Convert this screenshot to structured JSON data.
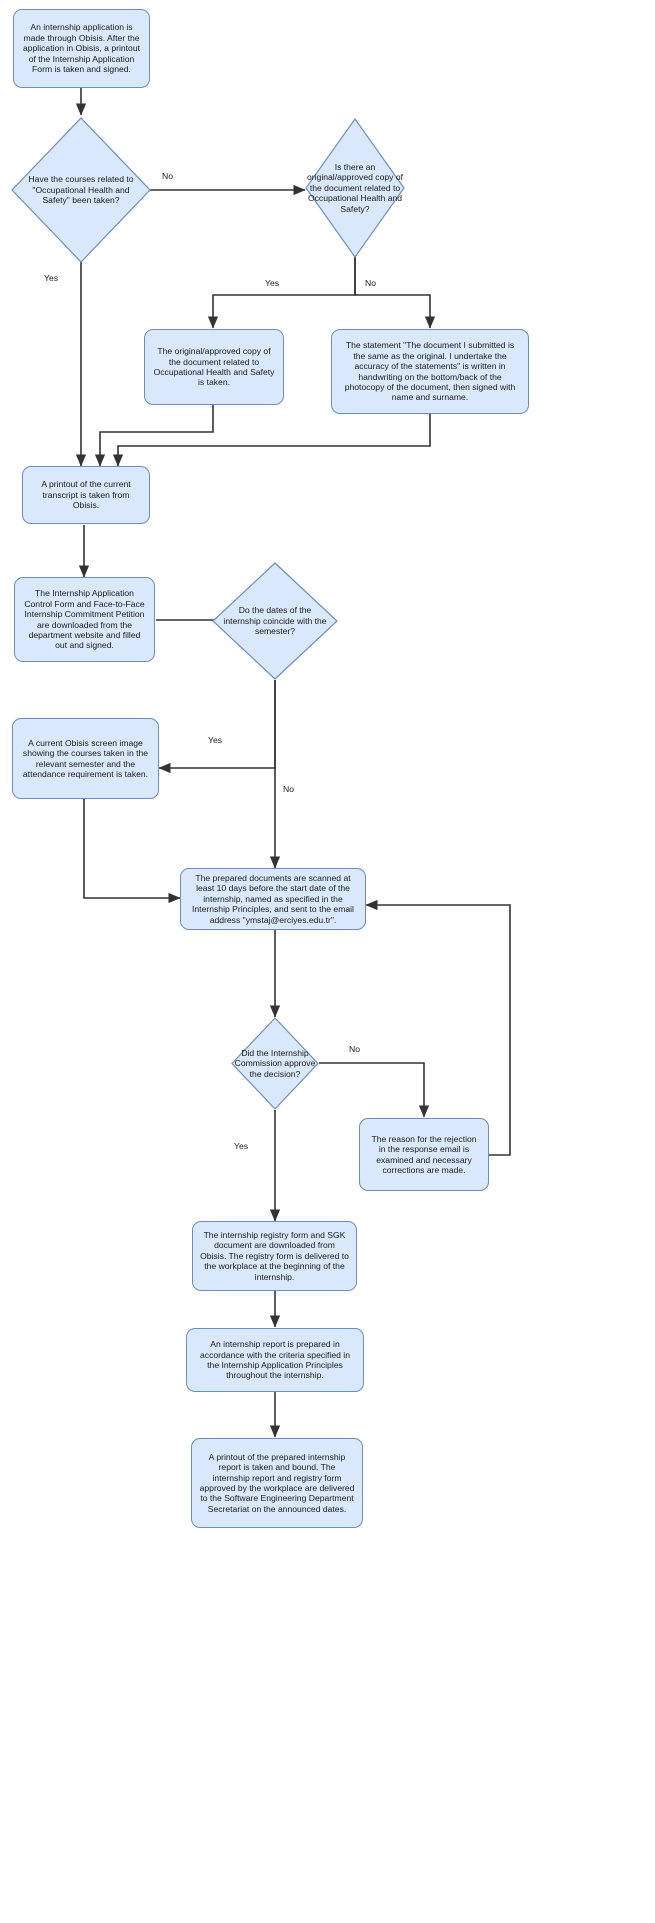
{
  "diagram": {
    "title": "Internship Application Process Flowchart",
    "type": "flowchart",
    "colors": {
      "node_fill": "#dae8fc",
      "node_stroke": "#6c8ebf",
      "edge_stroke": "#333333",
      "text": "#1b1b1b",
      "background": "#ffffff"
    },
    "nodes": [
      {
        "id": "n1",
        "shape": "process",
        "text": "An internship application is made through Obisis. After the application in Obisis, a printout of the Internship Application Form is taken and signed."
      },
      {
        "id": "n2",
        "shape": "decision",
        "text": "Have the courses related to \"Occupational Health and Safety\" been taken?"
      },
      {
        "id": "n3",
        "shape": "decision",
        "text": "Is there an original/approved copy of the document related to Occupational Health and Safety?"
      },
      {
        "id": "n4",
        "shape": "process",
        "text": "The original/approved copy of the document related to Occupational Health and Safety is taken."
      },
      {
        "id": "n5",
        "shape": "process",
        "text": "The statement \"The document I submitted is the same as the original. I undertake the accuracy of the statements\" is written in handwriting on the bottom/back of the photocopy of the document, then signed with name and surname."
      },
      {
        "id": "n6",
        "shape": "process",
        "text": "A printout of the current transcript is taken from Obisis."
      },
      {
        "id": "n7",
        "shape": "process",
        "text": "The Internship Application Control Form and Face-to-Face Internship Commitment Petition are downloaded from the department website and filled out and signed."
      },
      {
        "id": "n8",
        "shape": "decision",
        "text": "Do the dates of the internship coincide with the semester?"
      },
      {
        "id": "n9",
        "shape": "process",
        "text": "A current Obisis screen image showing the courses taken in the relevant semester and the attendance requirement is taken."
      },
      {
        "id": "n10",
        "shape": "process",
        "text": "The prepared documents are scanned at least 10 days before the start date of the internship, named as specified in the Internship Principles, and sent to the email address \"ymstaj@erciyes.edu.tr\"."
      },
      {
        "id": "n11",
        "shape": "decision",
        "text": "Did the Internship Commission approve the decision?"
      },
      {
        "id": "n12",
        "shape": "process",
        "text": "The reason for the rejection in the response email is examined and necessary corrections are made."
      },
      {
        "id": "n13",
        "shape": "process",
        "text": "The internship registry form and SGK document are downloaded from Obisis. The registry form is delivered to the workplace at the beginning of the internship."
      },
      {
        "id": "n14",
        "shape": "process",
        "text": "An internship report is prepared in accordance with the criteria specified in the Internship Application Principles throughout the internship."
      },
      {
        "id": "n15",
        "shape": "process",
        "text": "A printout of the prepared internship report is taken and bound. The internship report and registry form approved by the workplace are delivered to the Software Engineering Department Secretariat on the announced dates."
      }
    ],
    "edge_labels": {
      "e_n2_no": "No",
      "e_n2_yes": "Yes",
      "e_n3_yes": "Yes",
      "e_n3_no": "No",
      "e_n8_yes": "Yes",
      "e_n8_no": "No",
      "e_n11_no": "No",
      "e_n11_yes": "Yes"
    }
  }
}
